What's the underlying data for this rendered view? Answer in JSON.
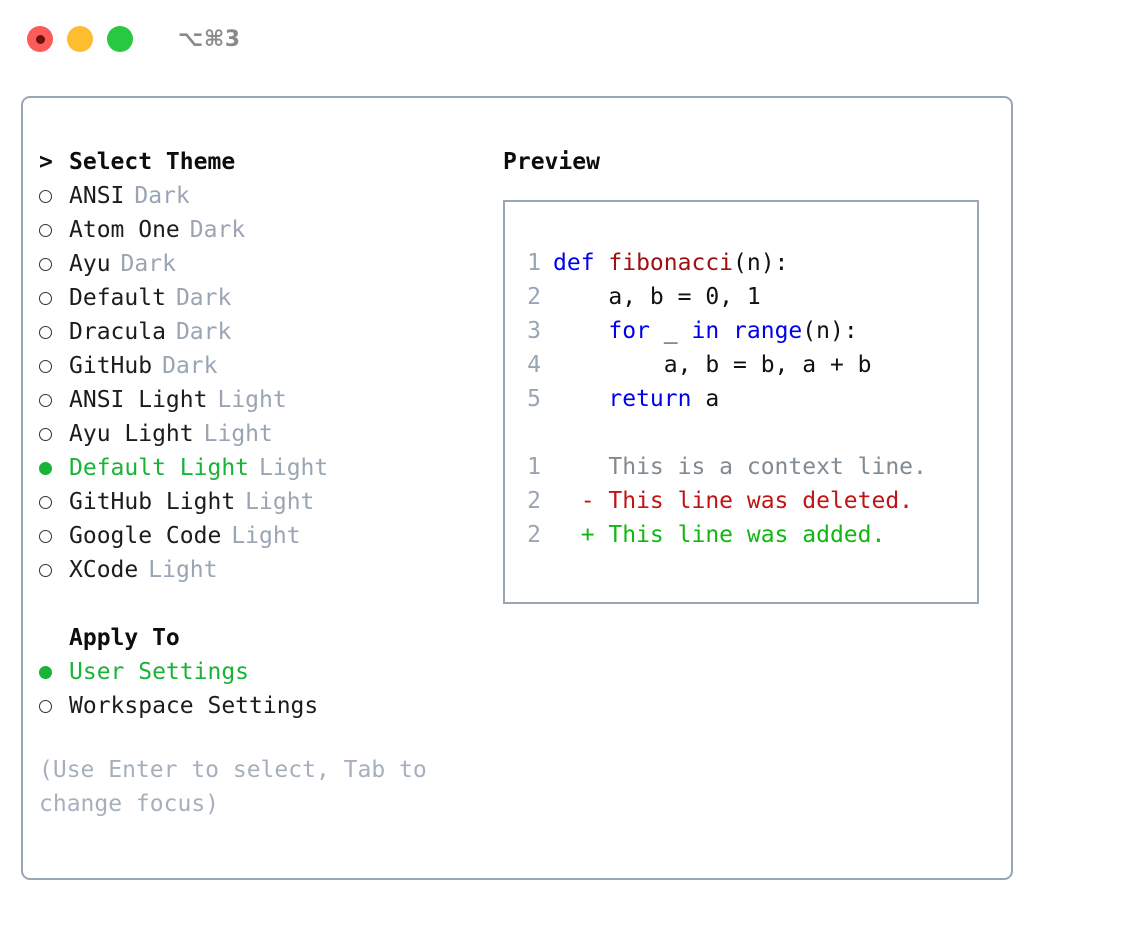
{
  "window": {
    "title": "⌥⌘3",
    "traffic_lights": [
      {
        "name": "close-button",
        "color": "#fc5b57"
      },
      {
        "name": "minimize-button",
        "color": "#fdbd2e"
      },
      {
        "name": "maximize-button",
        "color": "#28c840"
      }
    ]
  },
  "theme_picker": {
    "caret": ">",
    "heading": "Select Theme",
    "items": [
      {
        "marker": "○",
        "label": "ANSI",
        "tag": "Dark",
        "selected": false
      },
      {
        "marker": "○",
        "label": "Atom One",
        "tag": "Dark",
        "selected": false
      },
      {
        "marker": "○",
        "label": "Ayu",
        "tag": "Dark",
        "selected": false
      },
      {
        "marker": "○",
        "label": "Default",
        "tag": "Dark",
        "selected": false
      },
      {
        "marker": "○",
        "label": "Dracula",
        "tag": "Dark",
        "selected": false
      },
      {
        "marker": "○",
        "label": "GitHub",
        "tag": "Dark",
        "selected": false
      },
      {
        "marker": "○",
        "label": "ANSI Light",
        "tag": "Light",
        "selected": false
      },
      {
        "marker": "○",
        "label": "Ayu Light",
        "tag": "Light",
        "selected": false
      },
      {
        "marker": "●",
        "label": "Default Light",
        "tag": "Light",
        "selected": true
      },
      {
        "marker": "○",
        "label": "GitHub Light",
        "tag": "Light",
        "selected": false
      },
      {
        "marker": "○",
        "label": "Google Code",
        "tag": "Light",
        "selected": false
      },
      {
        "marker": "○",
        "label": "XCode",
        "tag": "Light",
        "selected": false
      }
    ]
  },
  "apply_to": {
    "heading": "Apply To",
    "options": [
      {
        "marker": "●",
        "label": "User Settings",
        "selected": true
      },
      {
        "marker": "○",
        "label": "Workspace Settings",
        "selected": false
      }
    ]
  },
  "hint": "(Use Enter to select, Tab to change focus)",
  "preview": {
    "title": "Preview",
    "code_lines": [
      {
        "no": "1",
        "tokens": [
          {
            "t": "def ",
            "c": "kw"
          },
          {
            "t": "fibonacci",
            "c": "fn"
          },
          {
            "t": "(n):",
            "c": "plain"
          }
        ]
      },
      {
        "no": "2",
        "tokens": [
          {
            "t": "    a, b = 0, 1",
            "c": "plain"
          }
        ]
      },
      {
        "no": "3",
        "tokens": [
          {
            "t": "    ",
            "c": "plain"
          },
          {
            "t": "for",
            "c": "kw"
          },
          {
            "t": " _ ",
            "c": "plain"
          },
          {
            "t": "in",
            "c": "kw"
          },
          {
            "t": " ",
            "c": "plain"
          },
          {
            "t": "range",
            "c": "kw"
          },
          {
            "t": "(n):",
            "c": "plain"
          }
        ]
      },
      {
        "no": "4",
        "tokens": [
          {
            "t": "        a, b = b, a + b",
            "c": "plain"
          }
        ]
      },
      {
        "no": "5",
        "tokens": [
          {
            "t": "    ",
            "c": "plain"
          },
          {
            "t": "return",
            "c": "kw"
          },
          {
            "t": " a",
            "c": "plain"
          }
        ]
      }
    ],
    "diff_lines": [
      {
        "no": "1",
        "sign": " ",
        "text": "This is a context line.",
        "kind": "ctx"
      },
      {
        "no": "2",
        "sign": "-",
        "text": "This line was deleted.",
        "kind": "del"
      },
      {
        "no": "2",
        "sign": "+",
        "text": "This line was added.",
        "kind": "add"
      }
    ]
  },
  "colors": {
    "accent_green": "#19b338",
    "muted": "#9aa5b4",
    "border": "#9aa6b5",
    "keyword": "#0000ee",
    "function": "#a01010",
    "deleted": "#c01414",
    "added": "#11b811"
  }
}
